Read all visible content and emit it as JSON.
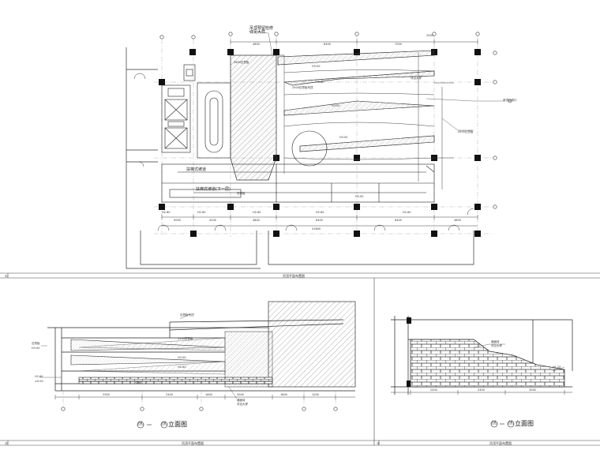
{
  "drawing": {
    "plan": {
      "label_top_1": "吊顶预留检修",
      "label_top_2": "详见大样",
      "label_escalator_1": "扶梯式坡道",
      "label_escalator_2": "扶梯式坡道(下一层)",
      "caption_number": "①",
      "caption": "吊顶平面布置图"
    },
    "elevation_left": {
      "caption_code": "A8",
      "caption_code_2": "A8",
      "caption_suffix": "立面图",
      "caption_number": "②",
      "footer": "吊顶平面布置图"
    },
    "elevation_right": {
      "caption_code": "A8",
      "caption_code_2": "A8",
      "caption_suffix": "立面图",
      "caption_number": "③",
      "footer": "吊顶平面布置图"
    }
  }
}
